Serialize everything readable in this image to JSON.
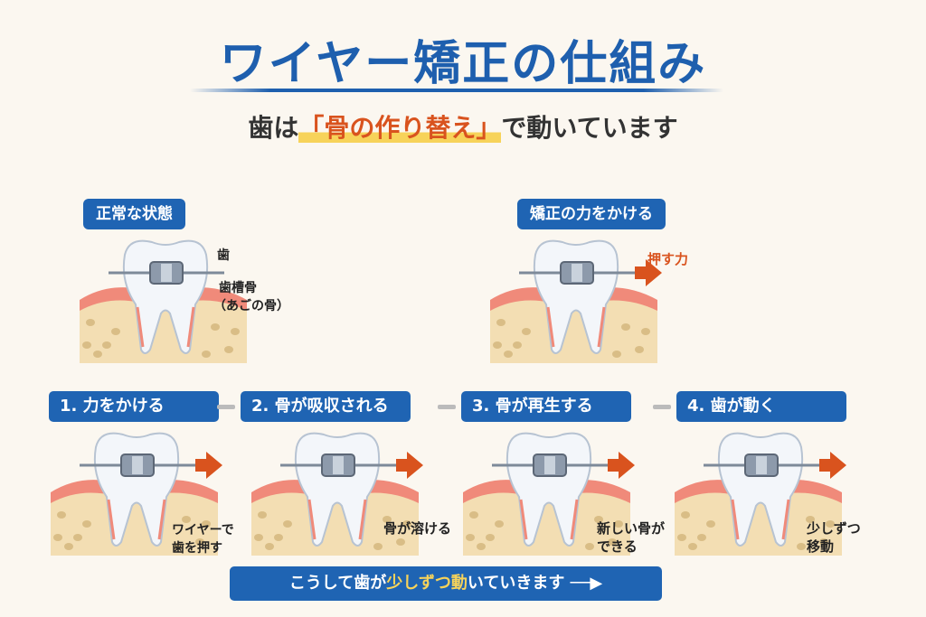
{
  "title": "ワイヤー矯正の仕組み",
  "subtitle": {
    "before": "歯は",
    "highlight": "「骨の作り替え」",
    "after": "で動いています"
  },
  "normal": {
    "badge": "正常な状態",
    "tooth_label": "歯",
    "bone_label": "歯槽骨",
    "bone_note": "（あごの骨）"
  },
  "force": {
    "badge": "矯正の力をかける",
    "push_label": "押す力"
  },
  "steps": [
    {
      "label": "1. 力をかける",
      "note1": "ワイヤーで",
      "note2": "歯を押す"
    },
    {
      "label": "2. 骨が吸収される",
      "note1": "骨が溶ける"
    },
    {
      "label": "3. 骨が再生する",
      "note1": "新しい骨が",
      "note2": "できる"
    },
    {
      "label": "4. 歯が動く",
      "note1": "少しずつ",
      "note2": "移動"
    }
  ],
  "footer": {
    "a": "こうして歯が",
    "b": "少しずつ",
    "c": "動",
    "d": "いていきます ──▶"
  },
  "colors": {
    "blue": "#1f64b3",
    "orange": "#d9531e",
    "gum": "#f08a7a",
    "bone": "#f3deb3"
  }
}
